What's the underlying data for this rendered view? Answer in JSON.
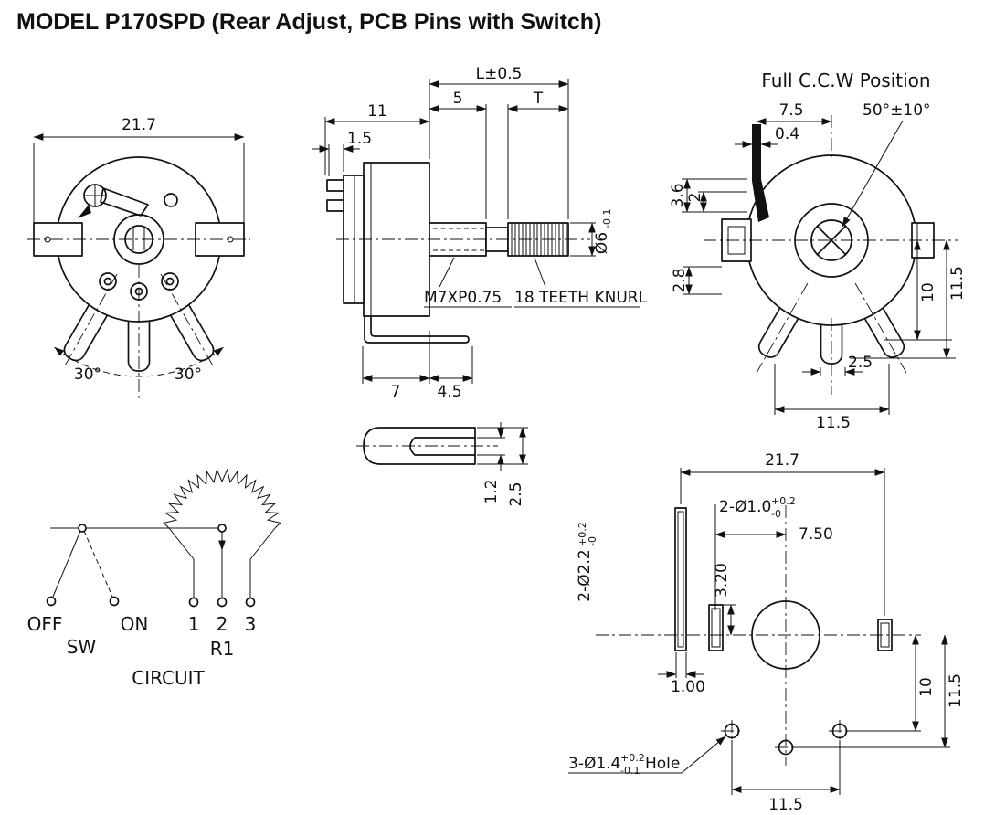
{
  "title": "MODEL P170SPD  (Rear Adjust, PCB Pins with Switch)",
  "front_view": {
    "dim_width": "21.7",
    "dim_angle_left": "30°",
    "dim_angle_right": "30°"
  },
  "side_view": {
    "dim_body_len": "11",
    "dim_tab": "1.5",
    "dim_bushing_len": "5",
    "dim_shaft_len": "L±0.5",
    "dim_knurl_len": "T",
    "thread_spec": "M7XP0.75",
    "knurl_spec": "18 TEETH KNURL",
    "shaft_dia": "Ø6",
    "shaft_dia_tol": "-0.1",
    "dim_pin_run": "7",
    "dim_pin_tip": "4.5"
  },
  "slot_detail": {
    "dim_slot_width": "1.2",
    "dim_slot_depth": "2.5"
  },
  "rear_view": {
    "caption": "Full C.C.W Position",
    "dim_lever_offset": "7.5",
    "dim_lever_width": "0.4",
    "dim_rotation": "50°±10°",
    "dim_3_6": "3.6",
    "dim_2": "2",
    "dim_2_8": "2.8",
    "dim_pin_width": "2.5",
    "dim_center_to_pin": "10",
    "dim_center_to_tip": "11.5",
    "dim_leg_span": "11.5"
  },
  "circuit": {
    "label_off": "OFF",
    "label_on": "ON",
    "label_sw": "SW",
    "terminal_1": "1",
    "terminal_2": "2",
    "terminal_3": "3",
    "label_r1": "R1",
    "caption": "CIRCUIT"
  },
  "pcb_view": {
    "dim_width": "21.7",
    "small_holes": {
      "label": "2-Ø1.0",
      "tol_sup": "+0.2",
      "tol_sub": "-0"
    },
    "dim_7_50": "7.50",
    "slot_holes": {
      "label": "2-Ø2.2",
      "tol_sup": "+0.2",
      "tol_sub": "-0"
    },
    "dim_3_20": "3.20",
    "dim_1_00": "1.00",
    "dim_10": "10",
    "dim_11_5_right": "11.5",
    "mount_holes": {
      "label": "3-Ø1.4",
      "tol_sup": "+0.2",
      "tol_sub": "-0.1",
      "suffix": "Hole"
    },
    "dim_11_5_bottom": "11.5"
  }
}
